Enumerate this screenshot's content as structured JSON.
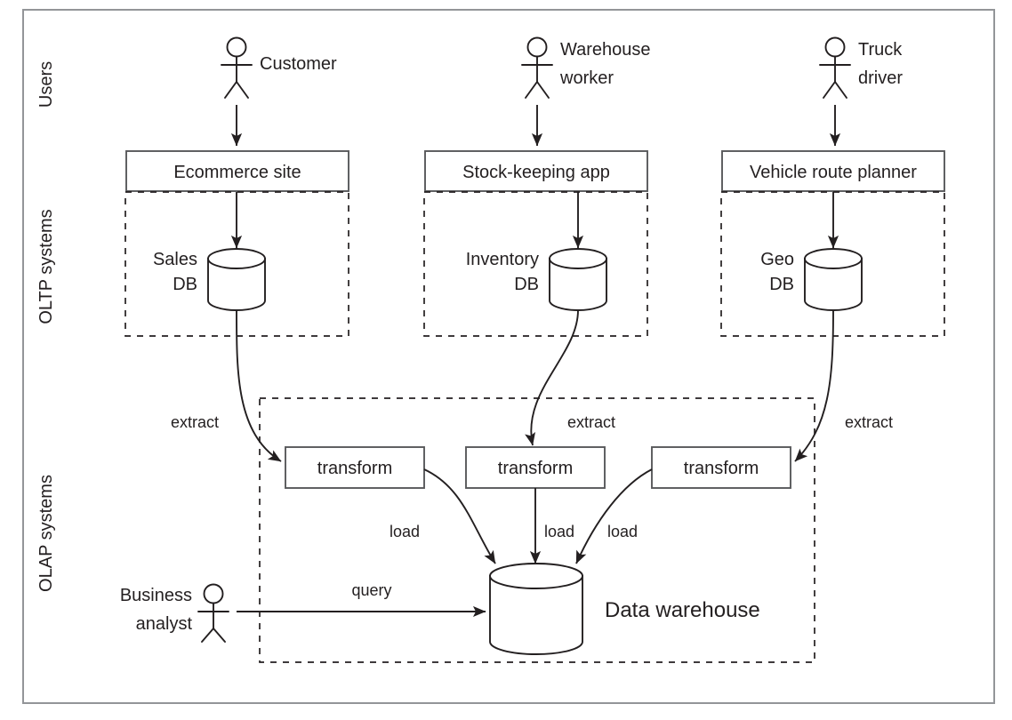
{
  "diagram": {
    "title": "Data warehouse ETL architecture diagram",
    "colors": {
      "ink": "#231f20",
      "box_stroke": "#58595b",
      "frame": "#939598",
      "background": "#ffffff"
    },
    "lanes": [
      {
        "id": "users",
        "label": "Users"
      },
      {
        "id": "oltp",
        "label": "OLTP systems"
      },
      {
        "id": "olap",
        "label": "OLAP systems"
      }
    ],
    "actors": [
      {
        "id": "customer",
        "label": "Customer"
      },
      {
        "id": "warehouse-worker",
        "label_line1": "Warehouse",
        "label_line2": "worker"
      },
      {
        "id": "truck-driver",
        "label_line1": "Truck",
        "label_line2": "driver"
      },
      {
        "id": "business-analyst",
        "label_line1": "Business",
        "label_line2": "analyst"
      }
    ],
    "oltp_systems": [
      {
        "id": "ecommerce",
        "app_label": "Ecommerce site",
        "db_label_line1": "Sales",
        "db_label_line2": "DB"
      },
      {
        "id": "stock-keeping",
        "app_label": "Stock-keeping app",
        "db_label_line1": "Inventory",
        "db_label_line2": "DB"
      },
      {
        "id": "vehicle-route",
        "app_label": "Vehicle route planner",
        "db_label_line1": "Geo",
        "db_label_line2": "DB"
      }
    ],
    "transforms": [
      {
        "id": "transform-1",
        "label": "transform"
      },
      {
        "id": "transform-2",
        "label": "transform"
      },
      {
        "id": "transform-3",
        "label": "transform"
      }
    ],
    "warehouse": {
      "id": "data-warehouse",
      "label": "Data warehouse"
    },
    "edges": {
      "extract": [
        "extract",
        "extract",
        "extract"
      ],
      "load": [
        "load",
        "load",
        "load"
      ],
      "query": "query"
    }
  }
}
